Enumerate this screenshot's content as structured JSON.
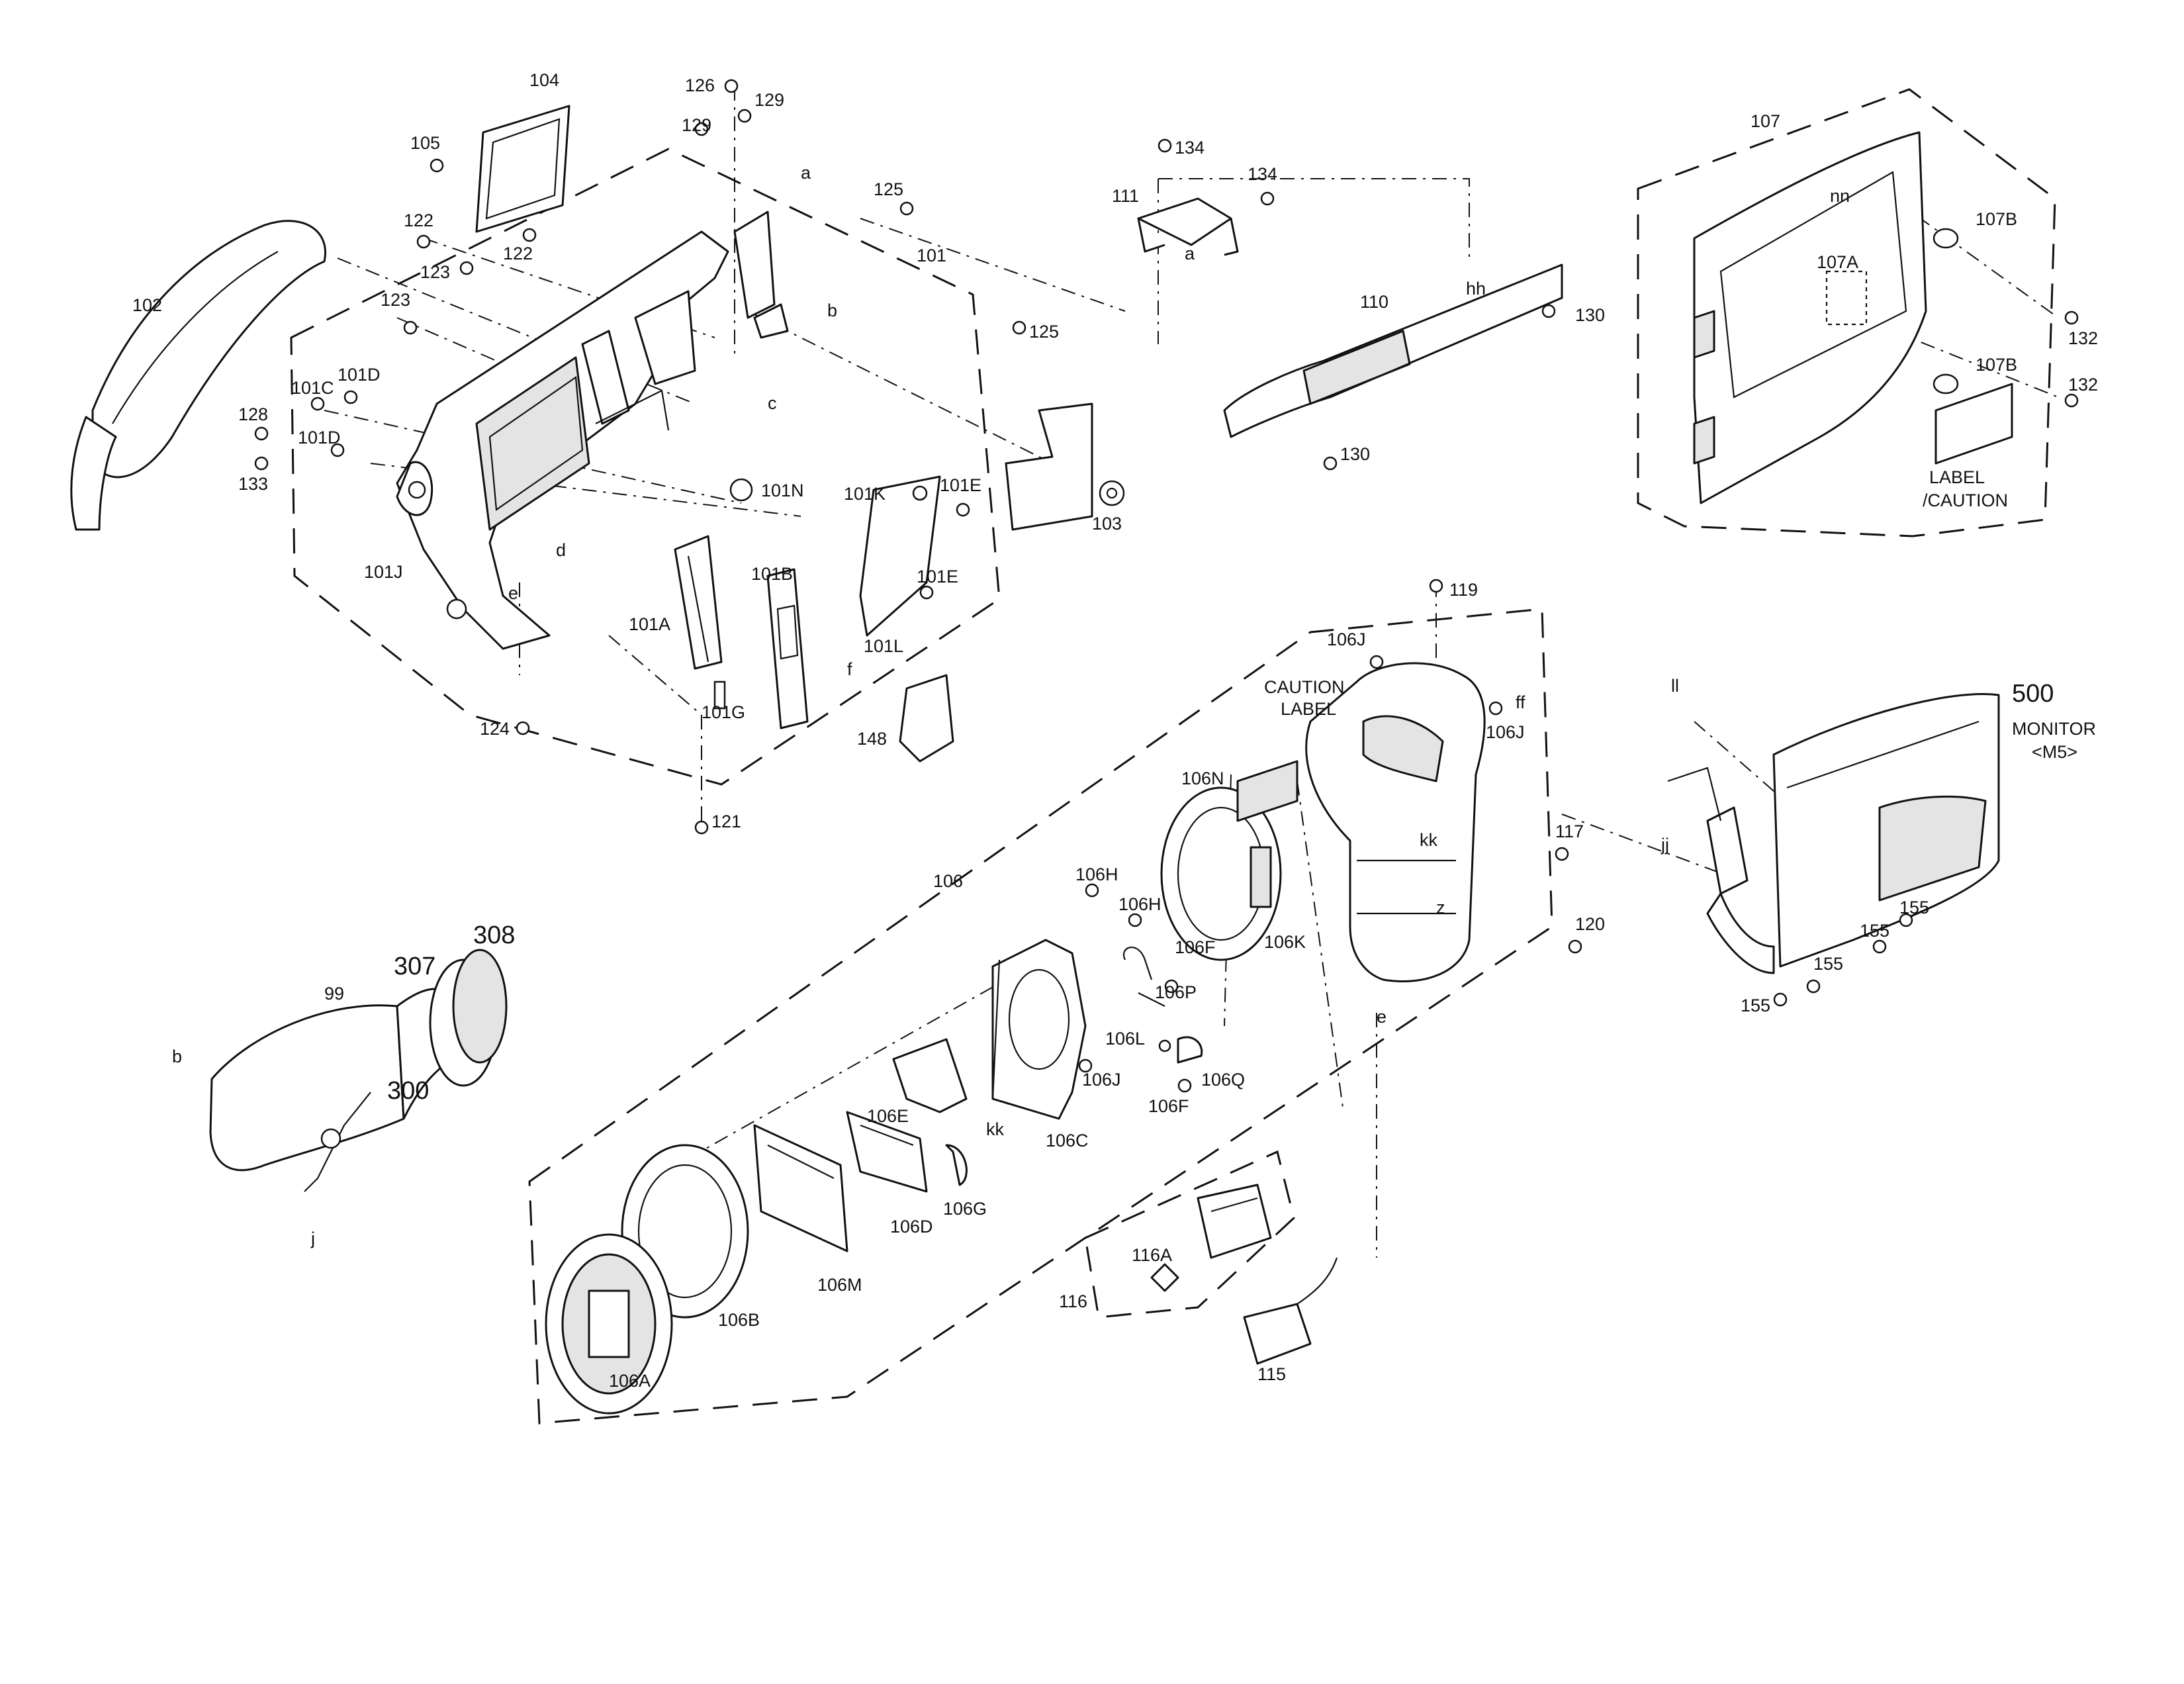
{
  "diagram": {
    "labels": {
      "p102": "102",
      "p104": "104",
      "p105": "105",
      "p126": "126",
      "p129a": "129",
      "p129b": "129",
      "a_top": "a",
      "p125a": "125",
      "p101": "101",
      "p122a": "122",
      "p122b": "122",
      "p123a": "123",
      "p123b": "123",
      "b_top": "b",
      "p125b": "125",
      "p101c": "101C",
      "p101d_a": "101D",
      "p128": "128",
      "p101d_b": "101D",
      "p133": "133",
      "c_mid": "c",
      "p101n": "101N",
      "p101k": "101K",
      "p101e_a": "101E",
      "p103": "103",
      "p101j": "101J",
      "d_mid": "d",
      "p101b": "101B",
      "p101e_b": "101E",
      "e_left": "e",
      "p101a": "101A",
      "f_mid": "f",
      "p101l": "101L",
      "p101g": "101G",
      "p148": "148",
      "p124": "124",
      "p121": "121",
      "p134a": "134",
      "p111": "111",
      "p134b": "134",
      "a_111": "a",
      "p110": "110",
      "hh": "hh",
      "p130a": "130",
      "p130b": "130",
      "p107": "107",
      "nn": "nn",
      "p107b_a": "107B",
      "p107a": "107A",
      "p132a": "132",
      "p107b_b": "107B",
      "p132b": "132",
      "label_caution_1": "LABEL",
      "label_caution_2": "/CAUTION",
      "p119": "119",
      "p106j_a": "106J",
      "caution_1": "CAUTION",
      "caution_2": "LABEL",
      "ff": "ff",
      "p106j_b": "106J",
      "p106n": "106N",
      "kk_right": "kk",
      "p117": "117",
      "p106": "106",
      "p106h_a": "106H",
      "p106h_b": "106H",
      "p106f_a": "106F",
      "p106k": "106K",
      "z": "z",
      "p120": "120",
      "p106p": "106P",
      "e_right": "e",
      "p106l": "106L",
      "p106j_c": "106J",
      "p106q": "106Q",
      "p106f_b": "106F",
      "p106e": "106E",
      "kk_left": "kk",
      "p106c": "106C",
      "p106g": "106G",
      "p106d": "106D",
      "p106m": "106M",
      "p106b": "106B",
      "p106a": "106A",
      "p116a": "116A",
      "p116": "116",
      "p115": "115",
      "p308": "308",
      "p307": "307",
      "p99": "99",
      "b_vf": "b",
      "p300": "300",
      "j_vf": "j",
      "ll": "ll",
      "p500": "500",
      "monitor_1": "MONITOR",
      "monitor_2": "<M5>",
      "jj": "jj",
      "p155a": "155",
      "p155b": "155",
      "p155c": "155",
      "p155d": "155"
    }
  }
}
